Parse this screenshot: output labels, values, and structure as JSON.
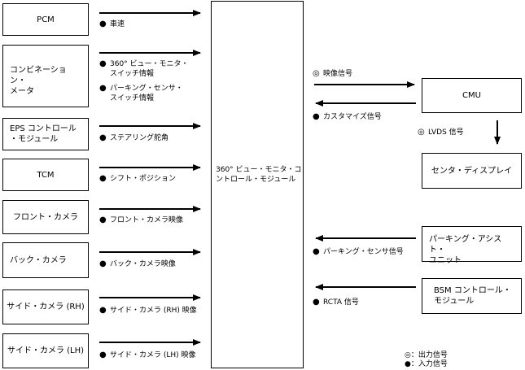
{
  "marks": {
    "output": "◎",
    "input": "●"
  },
  "left_modules": [
    {
      "name": "PCM",
      "signals": [
        [
          "車速"
        ]
      ]
    },
    {
      "name": "コンビネーション・\nメータ",
      "signals": [
        [
          "360° ビュー・モニタ・",
          "スイッチ情報"
        ],
        [
          "パーキング・センサ・",
          "スイッチ情報"
        ]
      ]
    },
    {
      "name": "EPS コントロール\n・モジュール",
      "signals": [
        [
          "ステアリング舵角"
        ]
      ]
    },
    {
      "name": "TCM",
      "signals": [
        [
          "シフト・ポジション"
        ]
      ]
    },
    {
      "name": "フロント・カメラ",
      "signals": [
        [
          "フロント・カメラ映像"
        ]
      ]
    },
    {
      "name": "バック・カメラ",
      "signals": [
        [
          "バック・カメラ映像"
        ]
      ]
    },
    {
      "name": "サイド・カメラ (RH)",
      "signals": [
        [
          "サイド・カメラ (RH) 映像"
        ]
      ]
    },
    {
      "name": "サイド・カメラ (LH)",
      "signals": [
        [
          "サイド・カメラ (LH) 映像"
        ]
      ]
    }
  ],
  "center_module": "360° ビュー・モニタ・コ\nントロール・モジュール",
  "right": {
    "cmu": "CMU",
    "display": "センタ・ディスプレイ",
    "pam": "パーキング・アシスト・\nユニット",
    "bsm": "BSM コントロール・\nモジュール",
    "cmu_out_signal": "映像信号",
    "cmu_in_signal": "カスタマイズ信号",
    "lvds_signal": "LVDS 信号",
    "pam_signal": "パーキング・センサ信号",
    "bsm_signal": "RCTA 信号"
  },
  "legend": {
    "output": {
      "mark": "◎",
      "text": "：出力信号"
    },
    "input": {
      "mark": "●",
      "text": "：入力信号"
    }
  }
}
